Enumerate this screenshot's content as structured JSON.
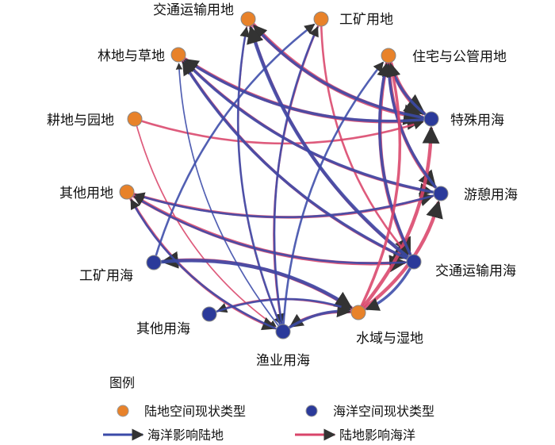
{
  "legend": {
    "title": "图例",
    "land_node": "陆地空间现状类型",
    "sea_node": "海洋空间现状类型",
    "sea_to_land": "海洋影响陆地",
    "land_to_sea": "陆地影响海洋"
  },
  "colors": {
    "land_node": "#E8822A",
    "sea_node": "#2B3A9A",
    "sea_edge": "#3A4AA8",
    "land_edge": "#D9446A",
    "arrow": "#333333"
  },
  "nodes": [
    {
      "id": "jtyt",
      "label": "交通运输用地",
      "type": "land"
    },
    {
      "id": "gkyd",
      "label": "工矿用地",
      "type": "land"
    },
    {
      "id": "zzgg",
      "label": "住宅与公管用地",
      "type": "land"
    },
    {
      "id": "tsyh",
      "label": "特殊用海",
      "type": "sea"
    },
    {
      "id": "yqyh",
      "label": "游憩用海",
      "type": "sea"
    },
    {
      "id": "jtyh",
      "label": "交通运输用海",
      "type": "sea"
    },
    {
      "id": "sysd",
      "label": "水域与湿地",
      "type": "land"
    },
    {
      "id": "yyyh",
      "label": "渔业用海",
      "type": "sea"
    },
    {
      "id": "qtyh",
      "label": "其他用海",
      "type": "sea"
    },
    {
      "id": "gkyh",
      "label": "工矿用海",
      "type": "sea"
    },
    {
      "id": "qtyd",
      "label": "其他用地",
      "type": "land"
    },
    {
      "id": "gdyd",
      "label": "耕地与园地",
      "type": "land"
    },
    {
      "id": "ldcd",
      "label": "林地与草地",
      "type": "land"
    }
  ],
  "edges": [
    {
      "from": "zzgg",
      "to": "tsyh",
      "kind": "land",
      "weight": 5
    },
    {
      "from": "zzgg",
      "to": "yqyh",
      "kind": "land",
      "weight": 4
    },
    {
      "from": "zzgg",
      "to": "jtyh",
      "kind": "land",
      "weight": 4
    },
    {
      "from": "ldcd",
      "to": "tsyh",
      "kind": "land",
      "weight": 4
    },
    {
      "from": "ldcd",
      "to": "yqyh",
      "kind": "land",
      "weight": 3
    },
    {
      "from": "ldcd",
      "to": "jtyh",
      "kind": "land",
      "weight": 3
    },
    {
      "from": "jtyt",
      "to": "tsyh",
      "kind": "land",
      "weight": 5
    },
    {
      "from": "jtyt",
      "to": "jtyh",
      "kind": "land",
      "weight": 3
    },
    {
      "from": "gdyd",
      "to": "tsyh",
      "kind": "land",
      "weight": 2
    },
    {
      "from": "gdyd",
      "to": "yyyh",
      "kind": "land",
      "weight": 1
    },
    {
      "from": "qtyd",
      "to": "yqyh",
      "kind": "land",
      "weight": 3
    },
    {
      "from": "qtyd",
      "to": "jtyh",
      "kind": "land",
      "weight": 4
    },
    {
      "from": "qtyd",
      "to": "yyyh",
      "kind": "land",
      "weight": 3
    },
    {
      "from": "sysd",
      "to": "gkyh",
      "kind": "land",
      "weight": 4
    },
    {
      "from": "sysd",
      "to": "qtyh",
      "kind": "land",
      "weight": 2
    },
    {
      "from": "sysd",
      "to": "yyyh",
      "kind": "land",
      "weight": 3
    },
    {
      "from": "sysd",
      "to": "tsyh",
      "kind": "land",
      "weight": 4
    },
    {
      "from": "sysd",
      "to": "yqyh",
      "kind": "land",
      "weight": 4
    },
    {
      "from": "gkyd",
      "to": "yyyh",
      "kind": "land",
      "weight": 2
    },
    {
      "from": "gkyd",
      "to": "jtyh",
      "kind": "land",
      "weight": 2
    },
    {
      "from": "jtyt",
      "to": "yyyh",
      "kind": "land",
      "weight": 1
    },
    {
      "from": "tsyh",
      "to": "ldcd",
      "kind": "sea",
      "weight": 3
    },
    {
      "from": "tsyh",
      "to": "zzgg",
      "kind": "sea",
      "weight": 3
    },
    {
      "from": "tsyh",
      "to": "jtyt",
      "kind": "sea",
      "weight": 3
    },
    {
      "from": "yqyh",
      "to": "ldcd",
      "kind": "sea",
      "weight": 3
    },
    {
      "from": "yqyh",
      "to": "zzgg",
      "kind": "sea",
      "weight": 3
    },
    {
      "from": "yqyh",
      "to": "qtyd",
      "kind": "sea",
      "weight": 2
    },
    {
      "from": "jtyh",
      "to": "jtyt",
      "kind": "sea",
      "weight": 4
    },
    {
      "from": "jtyh",
      "to": "ldcd",
      "kind": "sea",
      "weight": 3
    },
    {
      "from": "jtyh",
      "to": "zzgg",
      "kind": "sea",
      "weight": 3
    },
    {
      "from": "jtyh",
      "to": "qtyd",
      "kind": "sea",
      "weight": 2
    },
    {
      "from": "jtyh",
      "to": "sysd",
      "kind": "sea",
      "weight": 3
    },
    {
      "from": "yyyh",
      "to": "sysd",
      "kind": "sea",
      "weight": 3
    },
    {
      "from": "yyyh",
      "to": "gkyd",
      "kind": "sea",
      "weight": 2
    },
    {
      "from": "yyyh",
      "to": "qtyd",
      "kind": "sea",
      "weight": 2
    },
    {
      "from": "yyyh",
      "to": "jtyt",
      "kind": "sea",
      "weight": 2
    },
    {
      "from": "yyyh",
      "to": "ldcd",
      "kind": "sea",
      "weight": 1
    },
    {
      "from": "yyyh",
      "to": "zzgg",
      "kind": "sea",
      "weight": 2
    },
    {
      "from": "gkyh",
      "to": "sysd",
      "kind": "sea",
      "weight": 4
    },
    {
      "from": "gkyh",
      "to": "gkyd",
      "kind": "sea",
      "weight": 2
    },
    {
      "from": "qtyh",
      "to": "sysd",
      "kind": "sea",
      "weight": 2
    },
    {
      "from": "sysd",
      "to": "zzgg",
      "kind": "land",
      "weight": 3
    }
  ]
}
